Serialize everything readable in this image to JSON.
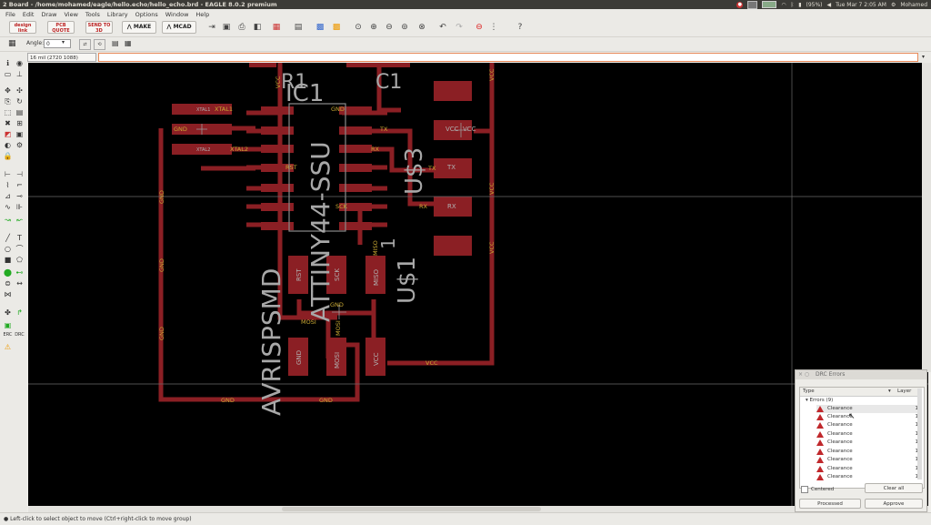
{
  "window": {
    "title": "2 Board - /home/mohamed/eagle/hello.echo/hello_echo.brd - EAGLE 8.0.2 premium"
  },
  "panel": {
    "battery": "(95%)",
    "clock": "Tue Mar 7 2:05 AM",
    "user": "Mohamed"
  },
  "menu": [
    "File",
    "Edit",
    "Draw",
    "View",
    "Tools",
    "Library",
    "Options",
    "Window",
    "Help"
  ],
  "toolbar": {
    "make_label": "MAKE",
    "mcad_label": "MCAD",
    "btn1_label": "design link",
    "btn2_label": "PCB QUOTE",
    "btn3_label": "SEND TO 3D"
  },
  "toolbar2": {
    "angle_label": "Angle:",
    "angle_value": "0"
  },
  "command": {
    "coordinate": "16 mil (2720 1088)",
    "value": ""
  },
  "board": {
    "labels": [
      "R1",
      "C1",
      "IC1",
      "U$3",
      "U$1",
      "ATTINY44-SSU",
      "AVRISPSMD",
      "1"
    ],
    "pads": [
      "VCC",
      "TX",
      "RX",
      "RST",
      "SCK",
      "MISO",
      "GND",
      "MOSI",
      "VCC",
      "VCC"
    ],
    "nets": [
      "XTAL1",
      "XTAL2",
      "GND",
      "GND",
      "TX",
      "RX",
      "TX",
      "RX",
      "RST",
      "SCK",
      "MISO",
      "MOSI",
      "GND",
      "VCC",
      "VCC",
      "VCC",
      "VCC",
      "GND",
      "GND",
      "GND",
      "GND",
      "GND",
      "MOSI",
      "VCC"
    ],
    "xtal_pads": [
      "XTAL1",
      "XTAL2"
    ]
  },
  "drc": {
    "title": "DRC Errors",
    "col_type": "Type",
    "col_layer": "Layer",
    "group": "Errors (9)",
    "errors": [
      {
        "type": "Clearance",
        "layer": "1"
      },
      {
        "type": "Clearance",
        "layer": "1"
      },
      {
        "type": "Clearance",
        "layer": "1"
      },
      {
        "type": "Clearance",
        "layer": "1"
      },
      {
        "type": "Clearance",
        "layer": "1"
      },
      {
        "type": "Clearance",
        "layer": "1"
      },
      {
        "type": "Clearance",
        "layer": "1"
      },
      {
        "type": "Clearance",
        "layer": "1"
      },
      {
        "type": "Clearance",
        "layer": "1"
      }
    ],
    "centered_label": "Centered",
    "clear_all": "Clear all",
    "processed": "Processed",
    "approve": "Approve"
  },
  "status": {
    "text": "Left-click to select object to move (Ctrl+right-click to move group)"
  }
}
